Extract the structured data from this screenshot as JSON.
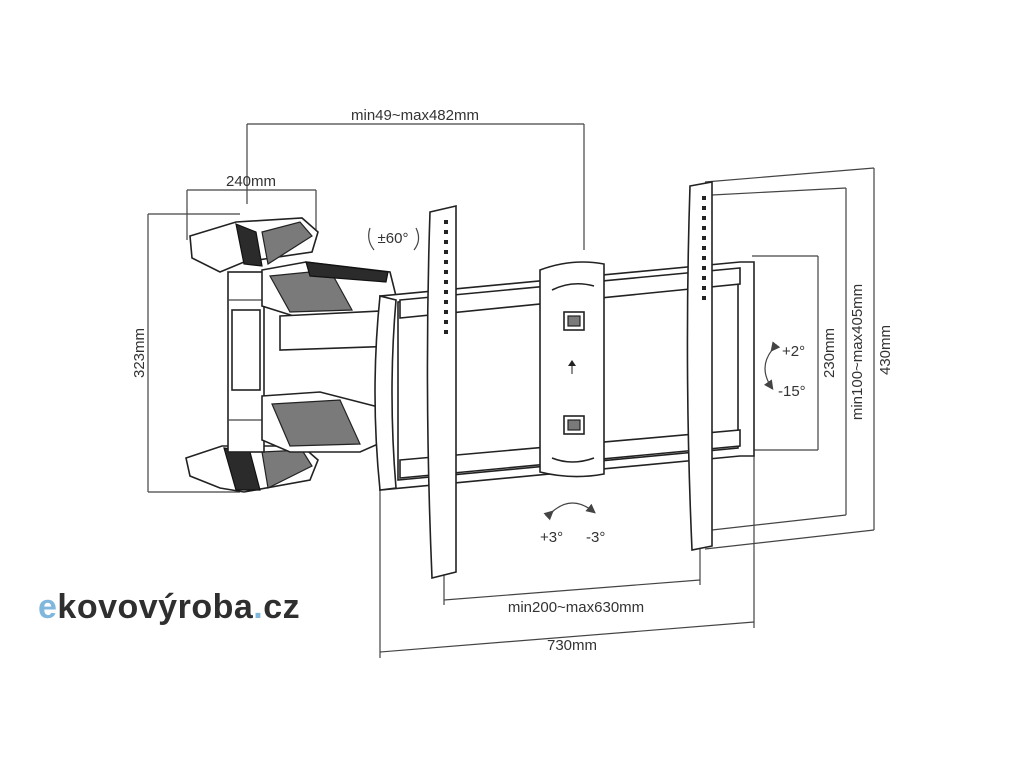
{
  "dimensions": {
    "arm_extension": "min49~max482mm",
    "wall_plate_width": "240mm",
    "swivel": "±60°",
    "wall_plate_height": "323mm",
    "tilt_up": "+2°",
    "tilt_down": "-15°",
    "inner_height": "230mm",
    "vesa_vertical": "min100~max405mm",
    "bracket_height": "430mm",
    "rotation_left": "+3°",
    "rotation_right": "-3°",
    "vesa_horizontal": "min200~max630mm",
    "bracket_width": "730mm"
  },
  "logo": {
    "lead": "e",
    "main": "kovovýroba",
    "dot": ".",
    "tld": "cz"
  }
}
